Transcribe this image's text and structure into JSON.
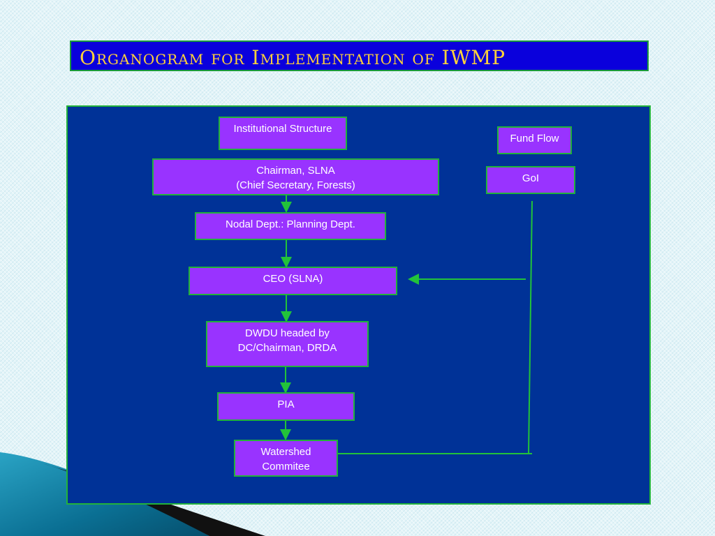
{
  "title": "Organogram for Implementation of IWMP",
  "nodes": {
    "institutional": "Institutional Structure",
    "chairman_line1": "Chairman, SLNA",
    "chairman_line2": "(Chief Secretary, Forests)",
    "nodal": "Nodal Dept.: Planning Dept.",
    "ceo": "CEO (SLNA)",
    "dwdu_line1": "DWDU headed by",
    "dwdu_line2": "DC/Chairman, DRDA",
    "pia": "PIA",
    "watershed_line1": "Watershed",
    "watershed_line2": "Commitee",
    "fund_flow": "Fund Flow",
    "goi": "GoI"
  },
  "colors": {
    "node_fill": "#9933ff",
    "node_border": "#22b33a",
    "panel_fill": "#003297",
    "title_fill": "#0a00dc",
    "title_text": "#ffd23a",
    "connector": "#22c33a"
  }
}
